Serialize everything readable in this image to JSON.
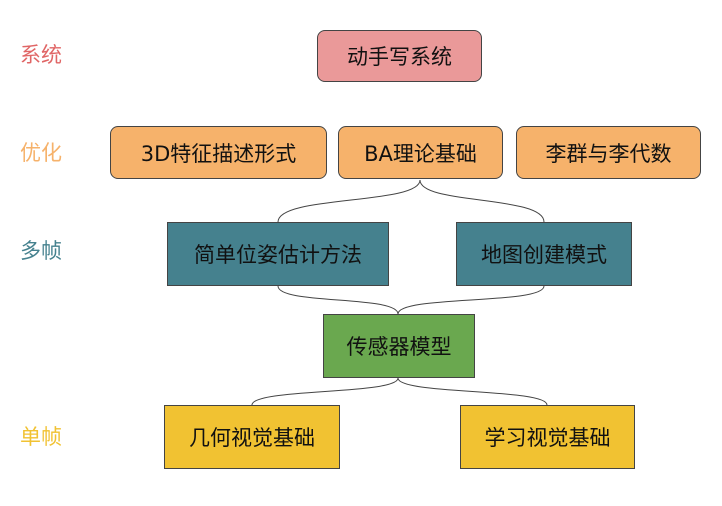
{
  "colors": {
    "system": "#ea9999",
    "optimization": "#f6b26b",
    "multiframe": "#45818e",
    "perception": "#6aa84f",
    "singleframe": "#f1c232",
    "label_system": "#e06666",
    "label_optimization": "#f6b26b",
    "label_multiframe": "#45818e",
    "label_singleframe": "#f1c232"
  },
  "layers": {
    "system": "系统",
    "optimization": "优化",
    "multiframe": "多帧",
    "singleframe": "单帧"
  },
  "nodes": {
    "system": "动手写系统",
    "feature_descriptor": "3D特征描述形式",
    "ba_basics": "BA理论基础",
    "lie_algebra": "李群与李代数",
    "pose_estimation": "简单位姿估计方法",
    "map_building": "地图创建模式",
    "sensor_model": "传感器模型",
    "geometric_vision": "几何视觉基础",
    "learning_vision": "学习视觉基础"
  }
}
